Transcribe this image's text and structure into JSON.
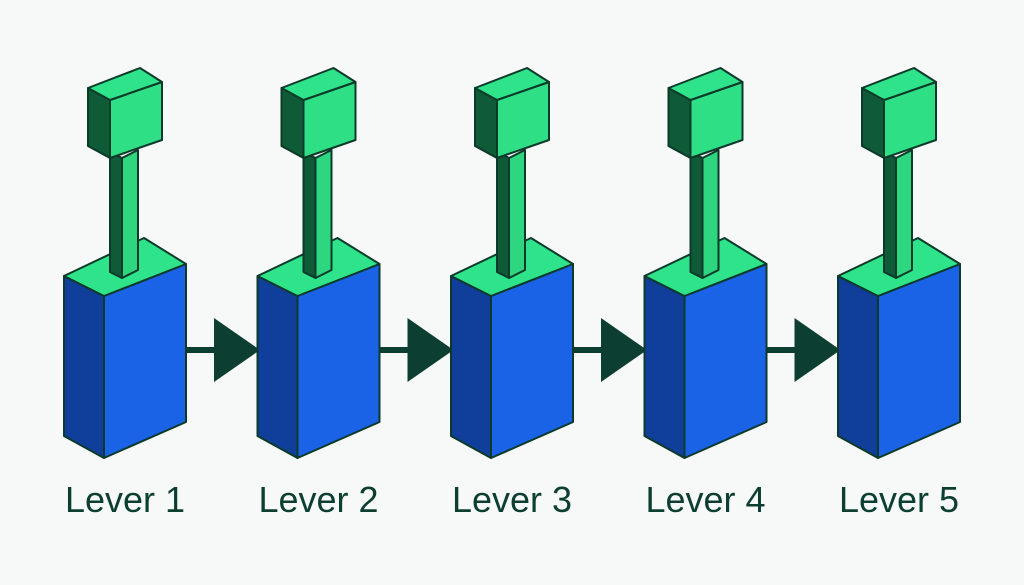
{
  "diagram": {
    "levers": [
      {
        "label": "Lever 1"
      },
      {
        "label": "Lever 2"
      },
      {
        "label": "Lever 3"
      },
      {
        "label": "Lever 4"
      },
      {
        "label": "Lever 5"
      }
    ],
    "arrow_count": 4
  },
  "colors": {
    "background": "#f7f8f8",
    "box_front": "#1a63e6",
    "box_side": "#0f3f9a",
    "box_top": "#2ee389",
    "stem_front": "#2fd680",
    "stem_side": "#0f5a37",
    "handle_front": "#2fdf85",
    "handle_side": "#0f5a37",
    "handle_top": "#2ee389",
    "outline": "#0c3a2a",
    "arrow": "#0c3f31",
    "label": "#0c3f31"
  }
}
